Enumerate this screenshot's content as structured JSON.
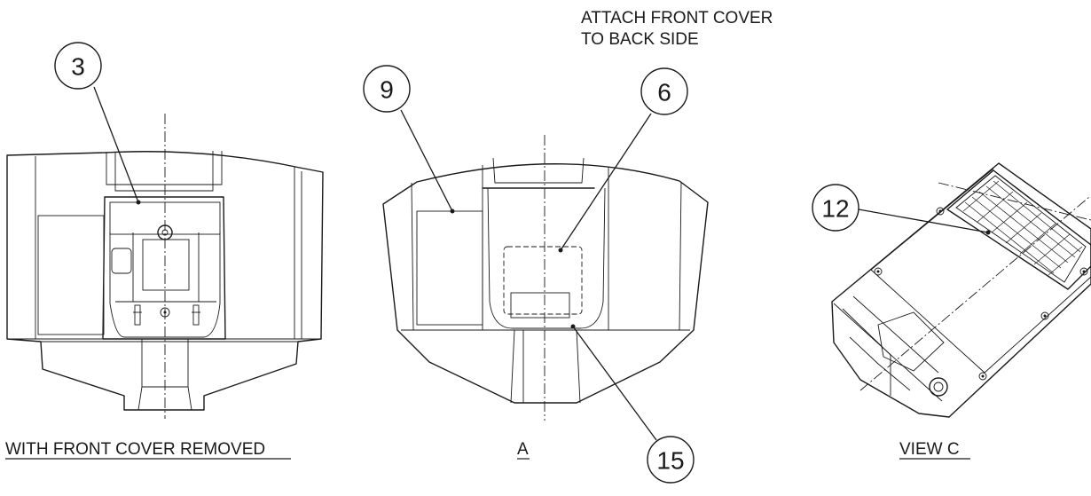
{
  "balloons": {
    "b3": "3",
    "b9": "9",
    "b6": "6",
    "b12": "12",
    "b15": "15"
  },
  "notes": {
    "attach_line1": "ATTACH FRONT COVER",
    "attach_line2": "TO BACK SIDE"
  },
  "captions": {
    "left": "WITH FRONT COVER REMOVED",
    "middle": "A",
    "right": "VIEW C"
  }
}
